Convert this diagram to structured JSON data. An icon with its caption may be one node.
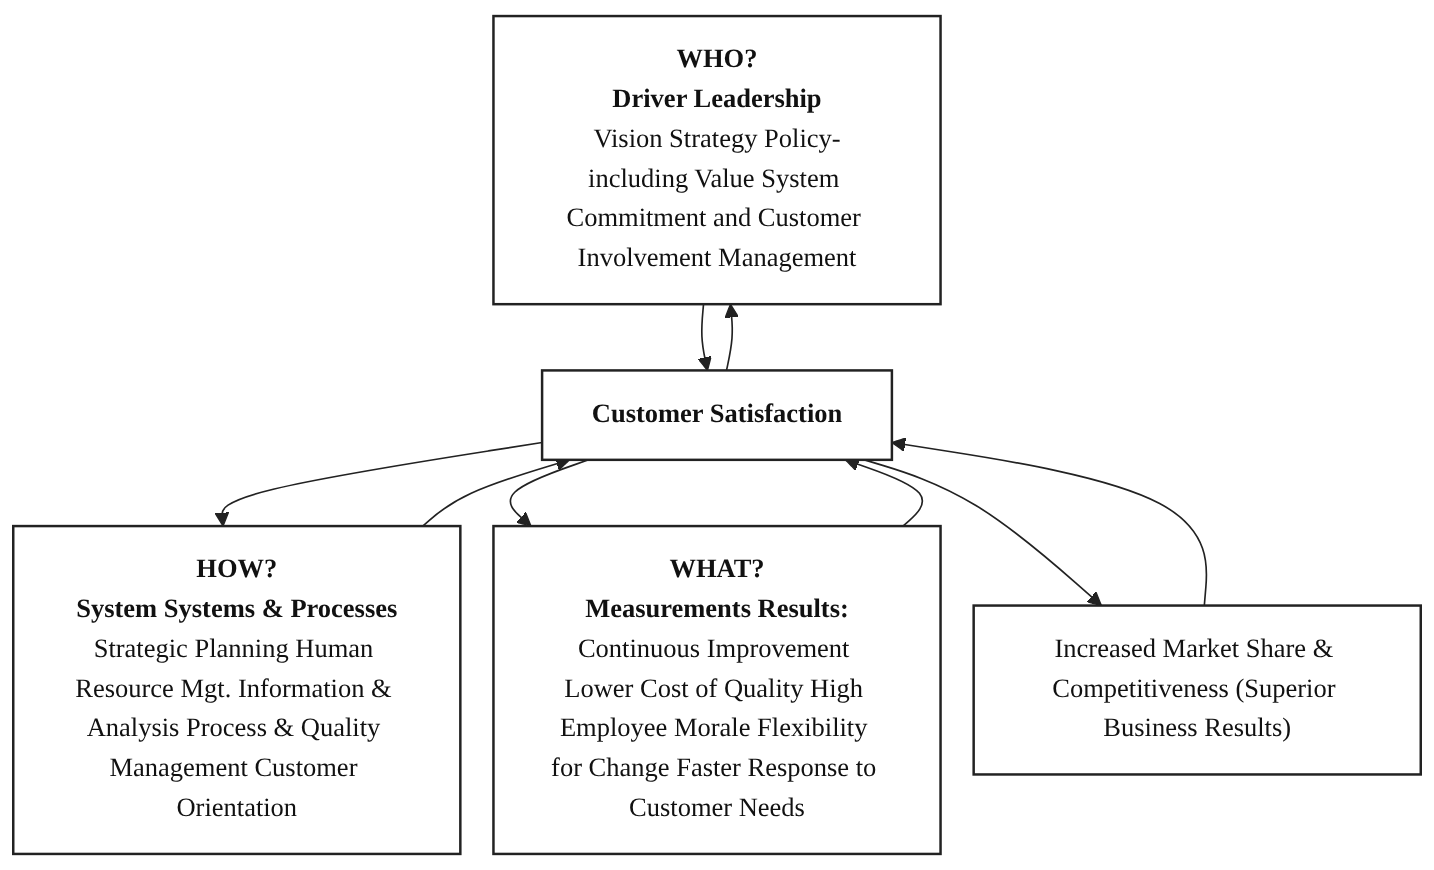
{
  "diagram": {
    "nodes": [
      {
        "text": [
          "WHO?",
          "Driver Leadership",
          "Vision Strategy Policy-including Value System Commitment and Customer Involvement Management"
        ]
      },
      {
        "text": [
          "HOW?",
          "System Systems & Processes",
          "Strategic Planning Human Resource Mgt. Information & Analysis Process & Quality Management Customer Orientation"
        ]
      },
      {
        "text": [
          "WHAT?",
          "Measurements Results:",
          "Continuous Improvement Lower Cost of Quality High Employee Morale Flexibility for Change Faster Response to Customer Needs"
        ]
      },
      {
        "text": [
          "Customer Satisfaction"
        ]
      },
      {
        "text": [
          "Increased Market Share & Competitiveness (Superior Business Results)"
        ]
      }
    ],
    "edges": [
      {
        "from": 0,
        "to": 3,
        "arrow": "to"
      },
      {
        "from": 3,
        "to": 0,
        "arrow": "to"
      },
      {
        "from": 1,
        "to": 3,
        "arrow": "to"
      },
      {
        "from": 3,
        "to": 1,
        "arrow": "to"
      },
      {
        "from": 2,
        "to": 3,
        "arrow": "to"
      },
      {
        "from": 3,
        "to": 2,
        "arrow": "to"
      },
      {
        "from": 3,
        "to": 4,
        "arrow": "to"
      },
      {
        "from": 4,
        "to": 3,
        "arrow": "to"
      }
    ]
  }
}
